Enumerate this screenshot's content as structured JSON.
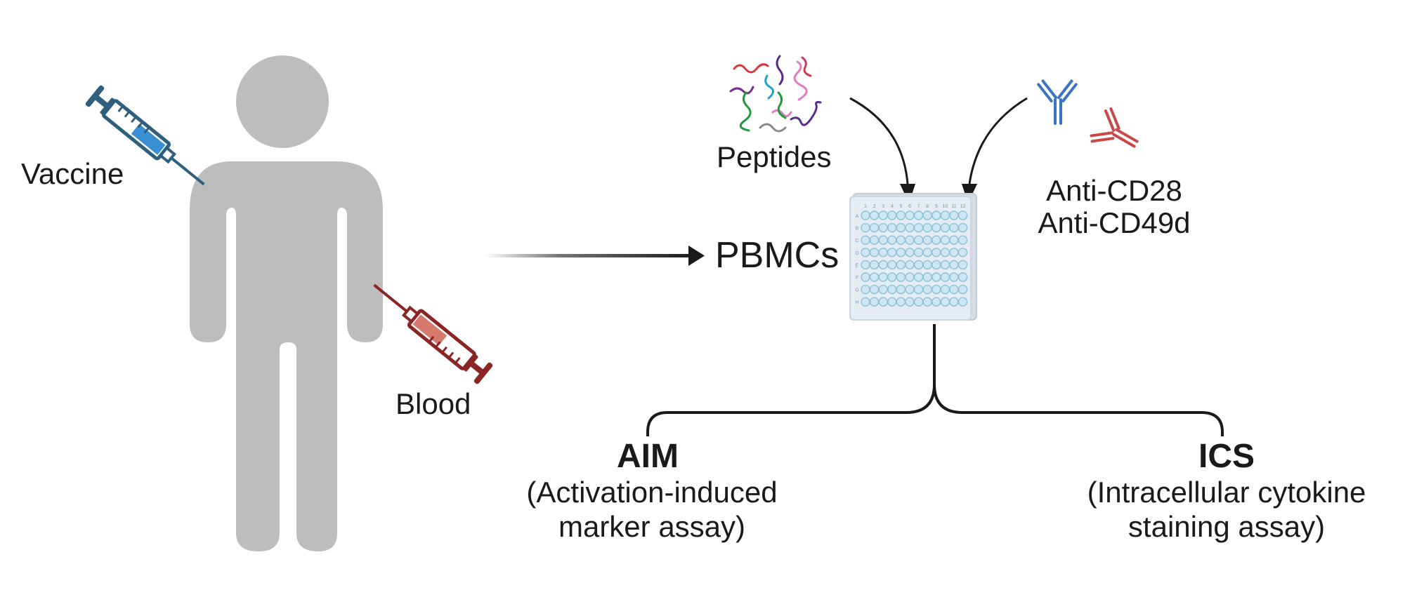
{
  "labels": {
    "vaccine": "Vaccine",
    "blood": "Blood",
    "peptides": "Peptides",
    "pbmcs": "PBMCs",
    "anti_cd28": "Anti-CD28",
    "anti_cd49d": "Anti-CD49d"
  },
  "outputs": {
    "aim": {
      "title": "AIM",
      "line1": "(Activation-induced",
      "line2": "marker assay)"
    },
    "ics": {
      "title": "ICS",
      "line1": "(Intracellular cytokine",
      "line2": "staining assay)"
    }
  },
  "plate": {
    "columns": [
      "1",
      "2",
      "3",
      "4",
      "5",
      "6",
      "7",
      "8",
      "9",
      "10",
      "11",
      "12"
    ],
    "rows": [
      "A",
      "B",
      "C",
      "D",
      "E",
      "F",
      "G",
      "H"
    ]
  },
  "colors": {
    "person": "#bdbdbd",
    "vaccine_syringe": "#2f5f7e",
    "vaccine_fluid": "#3a8fd1",
    "blood_syringe": "#8b2424",
    "blood_fluid": "#d77a6e",
    "well_fill": "#cfe7f3",
    "well_stroke": "#8cc2da",
    "antibody_blue": "#3c74c4",
    "antibody_red": "#c9484a",
    "line": "#1a1a1a"
  },
  "icons": {
    "person": "person-silhouette-icon",
    "vaccine": "syringe-icon",
    "blood": "syringe-icon",
    "peptides": "peptide-strands-icon",
    "antibody_blue": "antibody-icon",
    "antibody_red": "antibody-icon",
    "plate": "96-well-plate-icon"
  }
}
